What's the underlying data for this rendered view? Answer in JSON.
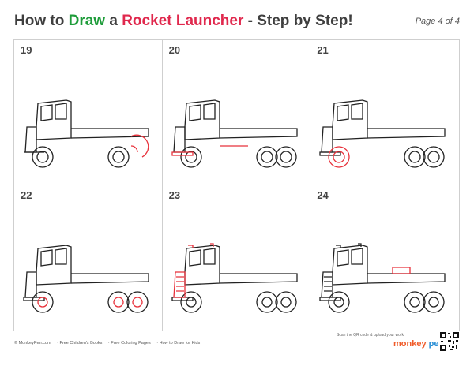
{
  "header": {
    "title_part1": "How to ",
    "title_draw": "Draw",
    "title_part2": " a ",
    "title_rocket": "Rocket Launcher",
    "title_part3": " - Step by Step!",
    "page": "Page 4 of 4"
  },
  "steps": [
    {
      "number": "19"
    },
    {
      "number": "20"
    },
    {
      "number": "21"
    },
    {
      "number": "22"
    },
    {
      "number": "23"
    },
    {
      "number": "24"
    }
  ],
  "footer": {
    "links": [
      "© MonkeyPen.com",
      "· Free Children's Books",
      "· Free Coloring Pages",
      "· How to Draw for Kids"
    ],
    "scan_text": "Scan the QR code & upload your work.",
    "brand_a": "monkey",
    "brand_b": " pen"
  },
  "colors": {
    "accent_green": "#1e9c3a",
    "accent_red": "#e0284d",
    "highlight": "#e8303a"
  }
}
